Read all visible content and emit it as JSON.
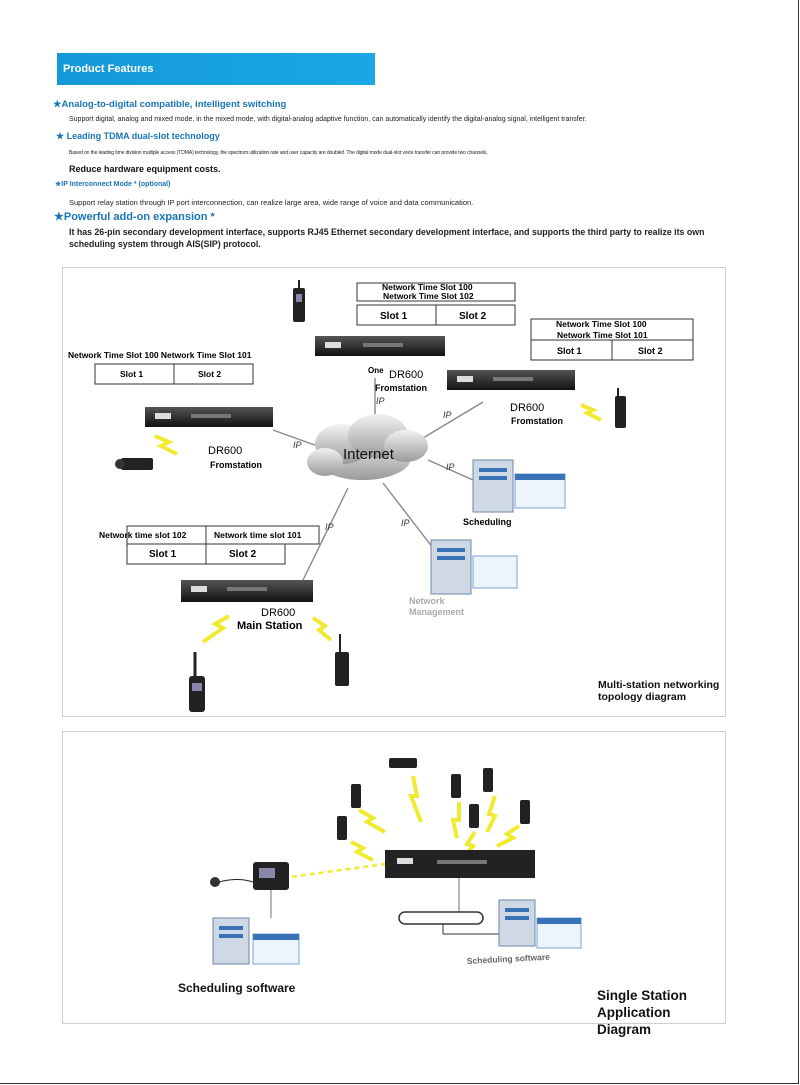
{
  "header": {
    "title": "Product Features"
  },
  "features": [
    {
      "title": "Analog-to-digital compatible, intelligent switching",
      "desc": "Support digital, analog and mixed mode, in the mixed mode, with digital-analog adaptive function, can automatically identify the digital-analog signal, intelligent transfer."
    },
    {
      "title": "Leading TDMA dual-slot technology",
      "desc": "Based on the leading time division multiple access (TDMA) technology, the spectrum utilization rate and user capacity are doubled. The digital mode dual-slot voice transfer can provide two channels,",
      "extra": "Reduce hardware equipment costs."
    },
    {
      "title": "IP Interconnect Mode * (optional)",
      "desc": "Support relay station through IP port interconnection, can realize large area, wide range of voice and data communication."
    },
    {
      "title": "Powerful add-on expansion *",
      "desc": "It has 26-pin secondary development interface, supports RJ45 Ethernet secondary development interface, and supports the third party to realize its own scheduling system through AIS(SIP) protocol."
    }
  ],
  "topology": {
    "internet": "Internet",
    "ip": "IP",
    "station_top": {
      "slot_title_1": "Network Time Slot 100",
      "slot_title_2": "Network Time Slot 102",
      "slot1": "Slot 1",
      "slot2": "Slot 2",
      "label_one": "One",
      "model": "DR600",
      "role": "Fromstation"
    },
    "station_right": {
      "slot_title_1": "Network Time Slot 100",
      "slot_title_2": "Network Time Slot 101",
      "slot1": "Slot 1",
      "slot2": "Slot 2",
      "model": "DR600",
      "role": "Fromstation"
    },
    "station_left": {
      "slot_title": "Network Time Slot 100 Network Time Slot 101",
      "slot1": "Slot 1",
      "slot2": "Slot 2",
      "model": "DR600",
      "role": "Fromstation"
    },
    "station_main": {
      "slot_title_1": "Network time slot 102",
      "slot_title_2": "Network time slot 101",
      "slot1": "Slot 1",
      "slot2": "Slot 2",
      "model": "DR600",
      "role": "Main Station"
    },
    "scheduling": "Scheduling",
    "network_management_1": "Network",
    "network_management_2": "Management",
    "caption_1": "Multi-station networking",
    "caption_2": "topology diagram"
  },
  "single": {
    "scheduling_left": "Scheduling software",
    "scheduling_right": "Scheduling software",
    "caption_1": "Single Station",
    "caption_2": "Application Diagram"
  },
  "colors": {
    "accent": "#1aa7e6",
    "feature_blue": "#1976b8",
    "lightning": "#f0ea30",
    "server_blue": "#3a72b8"
  }
}
